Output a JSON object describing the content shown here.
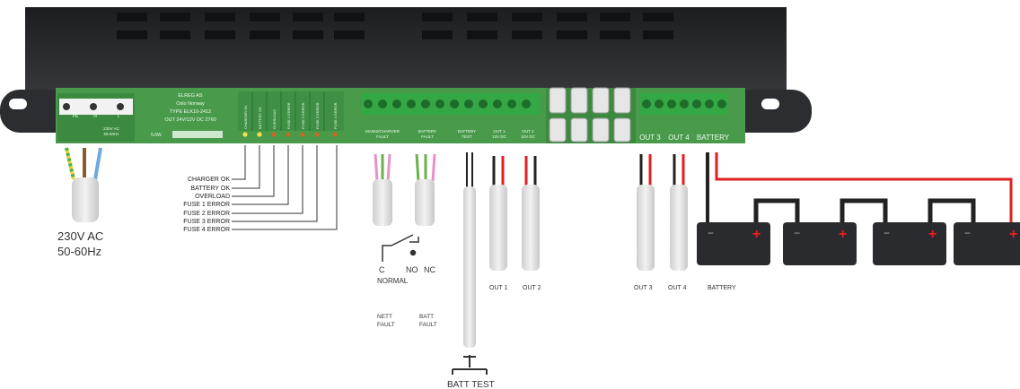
{
  "device": {
    "brand": "ELREG AS",
    "city": "Oslo Norway",
    "type": "TYPE ELK10-2412",
    "output": "OUT 24V/12V DC 2760",
    "power": "5.6W"
  },
  "terminals": {
    "ac_label_1": "230V AC",
    "ac_label_2": "50-60Hz",
    "ac_pins": [
      "PE",
      "N",
      "L"
    ],
    "mains_fault": [
      "MAINS/CHARGER",
      "FAULT"
    ],
    "battery_fault": [
      "BATTERY",
      "FAULT"
    ],
    "battery_test": [
      "BATTERY",
      "TEST"
    ],
    "out1_board": [
      "OUT 1",
      "12V DC"
    ],
    "out2_board": [
      "OUT 2",
      "12V DC"
    ],
    "out3_board": "OUT 3",
    "out4_board": "OUT 4",
    "battery_board": "BATTERY"
  },
  "leds": [
    {
      "label": "CHARGER OK",
      "color": "#f4e04a"
    },
    {
      "label": "BATTERY OK",
      "color": "#f4e04a"
    },
    {
      "label": "OVERLOAD",
      "color": "#c86a1e"
    },
    {
      "label": "FUSE 1 ERROR",
      "color": "#c86a1e"
    },
    {
      "label": "FUSE 2 ERROR",
      "color": "#c86a1e"
    },
    {
      "label": "FUSE 3 ERROR",
      "color": "#c86a1e"
    },
    {
      "label": "FUSE 4 ERROR",
      "color": "#c86a1e"
    }
  ],
  "labels": {
    "ac_input": "230V AC",
    "ac_freq": "50-60Hz",
    "relay_c": "C",
    "relay_no": "NO",
    "relay_nc": "NC",
    "relay_state": "NORMAL",
    "nett_fault": [
      "NETT",
      "FAULT"
    ],
    "batt_fault": [
      "BATT",
      "FAULT"
    ],
    "batt_test": "BATT TEST",
    "out1": "OUT 1",
    "out2": "OUT 2",
    "out3": "OUT 3",
    "out4": "OUT 4",
    "battery": "BATTERY"
  },
  "colors": {
    "housing": "#2b2d31",
    "board": "#4a9a4c",
    "terminal": "#3aa24a",
    "wire_red": "#e02020",
    "wire_black": "#222222",
    "battery_body": "#2a2b2e",
    "battery_plus": "#e82020"
  },
  "icons": [
    "relay-switch-icon",
    "push-button-icon",
    "battery-icon"
  ]
}
